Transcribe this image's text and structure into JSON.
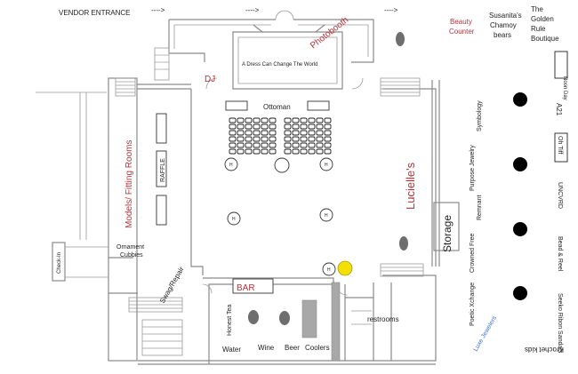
{
  "entrance": {
    "label": "VENDOR ENTRANCE",
    "arrow": "---->"
  },
  "areas": {
    "photobooth": "Photobooth",
    "dj": "DJ",
    "stage_sign": "A Dress Can Change The World",
    "ottoman": "Ottoman",
    "raffle": "RAFFLE",
    "models": "Models/ Fitting Rooms",
    "lucielles": "Lucielle's",
    "storage": "Storage",
    "check_in": "Check-In",
    "ornament": [
      "Ornament",
      "Cubbies"
    ],
    "swag": "Swag/Repair",
    "bar": "BAR",
    "restrooms": "restrooms",
    "round_table": "H"
  },
  "bar_items": [
    "Honest Tea",
    "Water",
    "Wine",
    "Beer",
    "Coolers"
  ],
  "vendors_top": {
    "beauty_counter": [
      "Beauty",
      "Counter"
    ],
    "susanita": [
      "Susanita's",
      "Chamoy",
      "bears"
    ],
    "golden_rule": [
      "The",
      "Golden",
      "Rule",
      "Boutique"
    ]
  },
  "vendors_left": [
    "Symbology",
    "Purpose Jewelry",
    "Remnant",
    "Crowned Free",
    "Poetic Xchange"
  ],
  "vendors_right": [
    "Noon Day",
    "A21",
    "Oh Tiff",
    "UNCVRD",
    "Bead & Reel",
    "Seeko Ribon Sandals"
  ],
  "vendors_bottom": {
    "luxe": "Luxe Jewelers",
    "krochet": "Krochet kids"
  },
  "colors": {
    "red_label": "#b5343a",
    "blue_label": "#3d6ecf",
    "highlight": "#f3e000",
    "walls": "#8a8a8a"
  }
}
